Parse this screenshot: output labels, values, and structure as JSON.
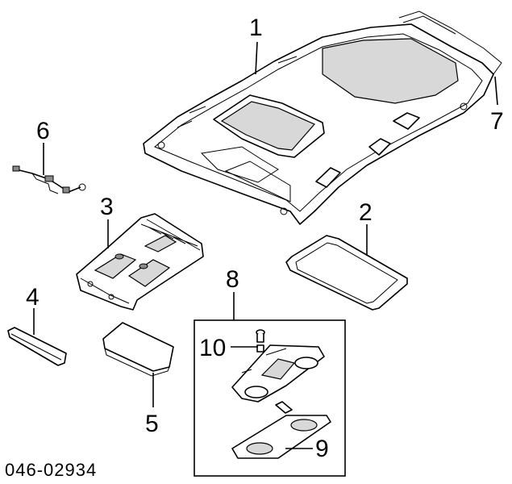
{
  "diagram": {
    "callouts": {
      "c1": "1",
      "c2": "2",
      "c3": "3",
      "c4": "4",
      "c5": "5",
      "c6": "6",
      "c7": "7",
      "c8": "8",
      "c9": "9",
      "c10": "10"
    },
    "document_number": "046-02934",
    "colors": {
      "line": "#000000",
      "background": "#ffffff",
      "shading": "#d8d8d8"
    }
  }
}
